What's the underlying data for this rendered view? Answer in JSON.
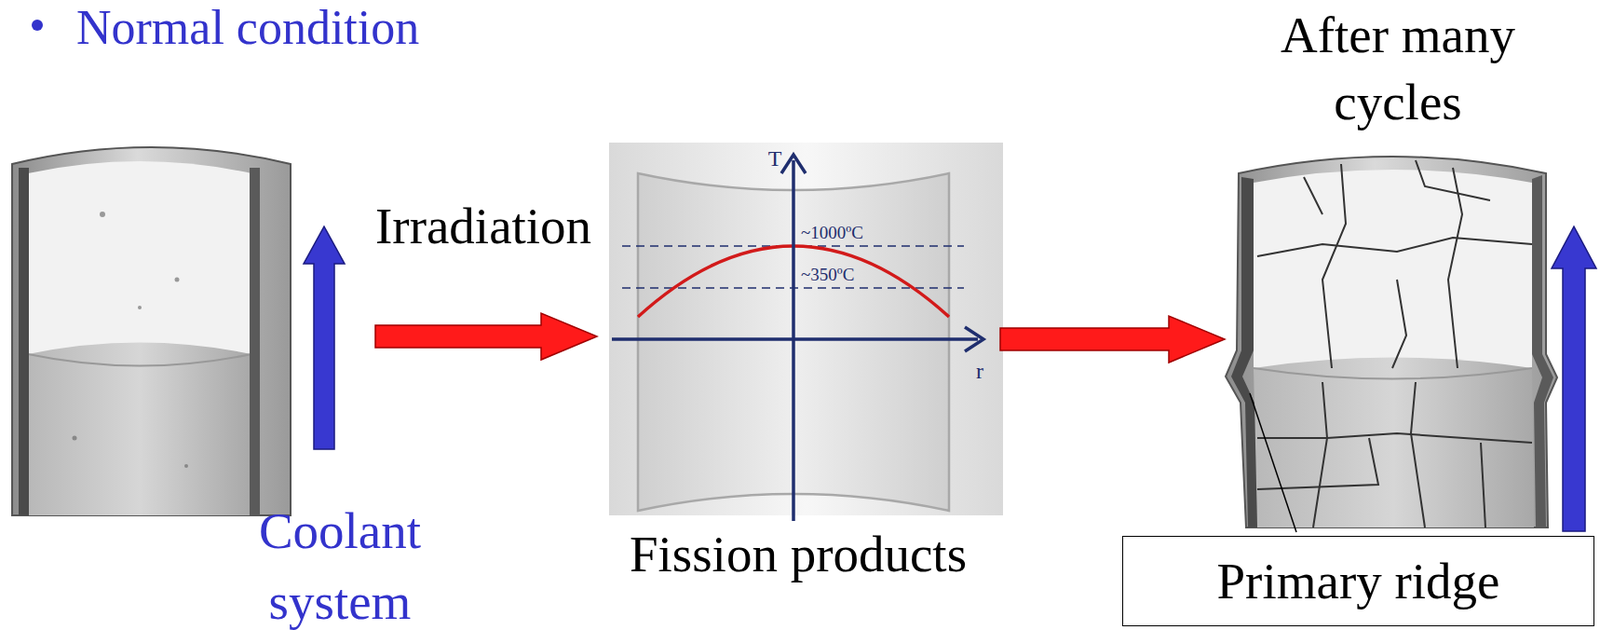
{
  "diagram": {
    "title": "Normal condition",
    "nodes": [
      {
        "text": [
          "Primary ridge"
        ]
      }
    ],
    "labels": [
      "After many cycles",
      "Irradiation",
      "T",
      "~1000ºC",
      "~350ºC",
      "r",
      "Coolant system",
      "Fission products"
    ]
  }
}
